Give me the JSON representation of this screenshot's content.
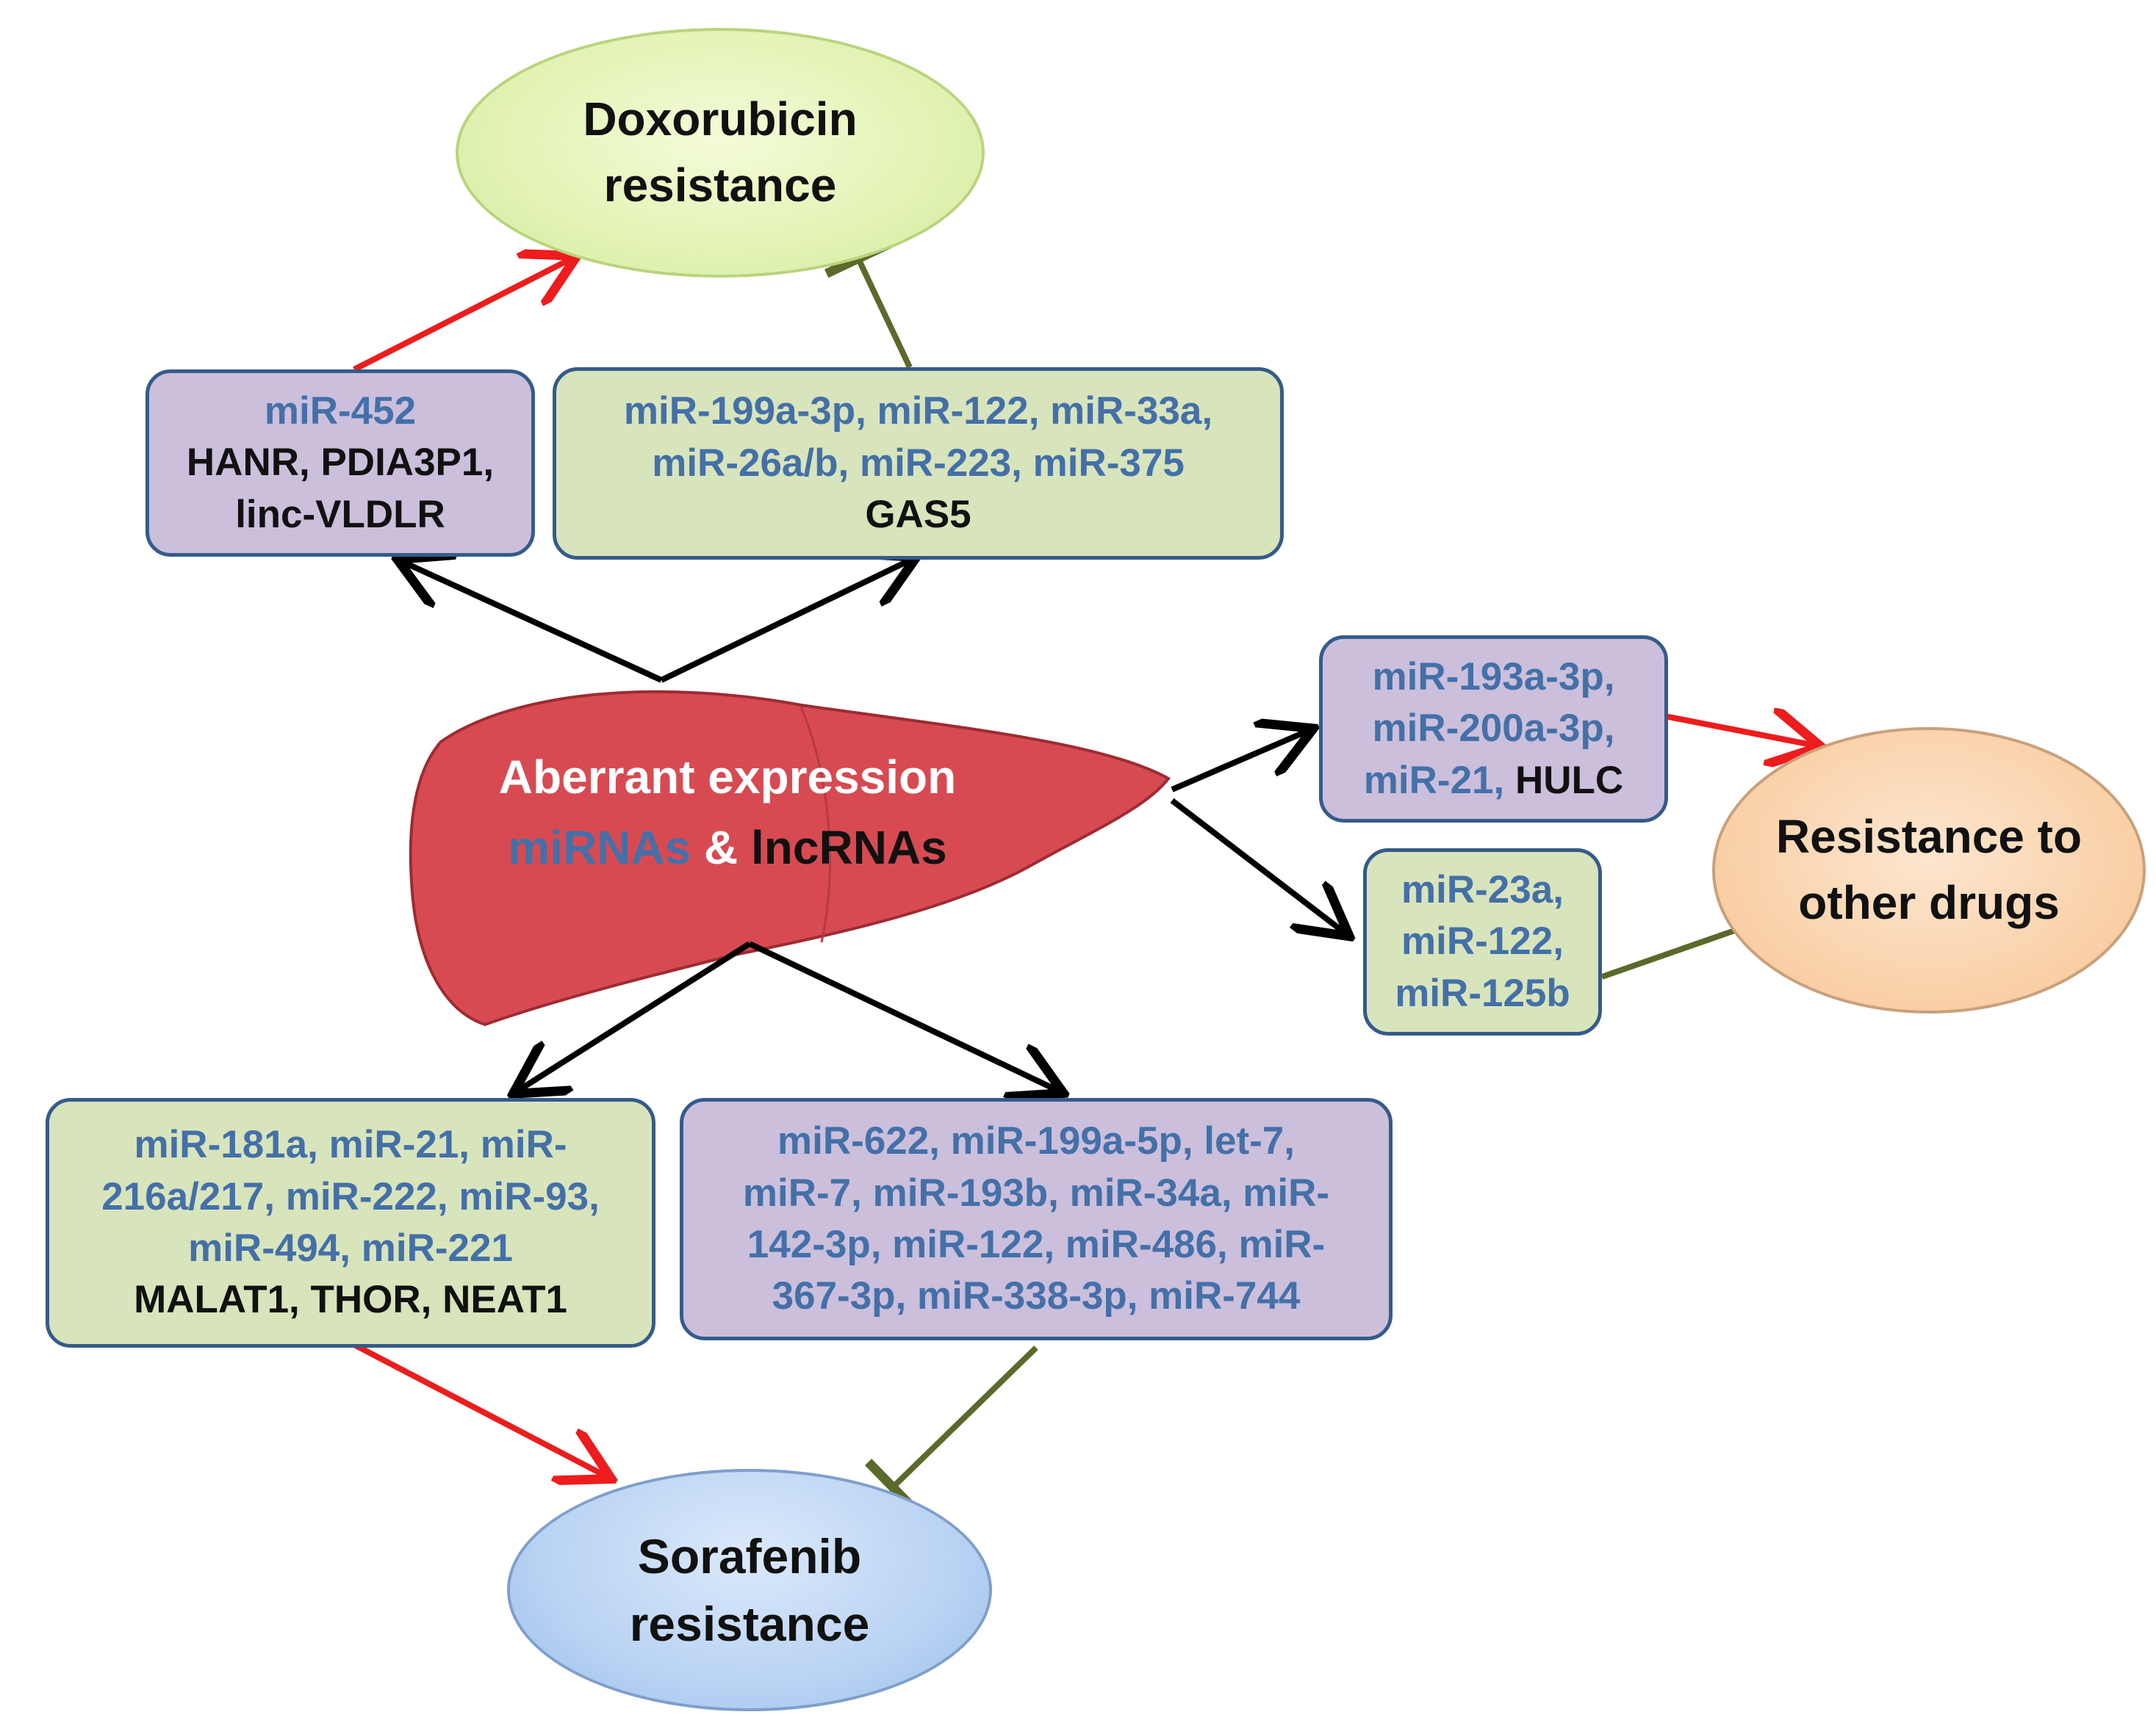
{
  "colors": {
    "activate_arrow": "#ee1c1c",
    "inhibit_line": "#5a6a2a",
    "expression_arrow": "#000000",
    "mirna_text": "#4470a8",
    "lncrna_text": "#111111",
    "liver_fill": "#d84a52",
    "purple_box": "#cbbfdc",
    "green_box": "#d8e4bc",
    "box_border": "#355b8a"
  },
  "center": {
    "line1": "Aberrant expression",
    "mirnas": "miRNAs",
    "amp": "&",
    "lncrnas": "lncRNAs"
  },
  "outcomes": {
    "doxorubicin": [
      "Doxorubicin",
      "resistance"
    ],
    "other_drugs": [
      "Resistance to",
      "other drugs"
    ],
    "sorafenib": [
      "Sorafenib",
      "resistance"
    ]
  },
  "boxes": {
    "doxo_promote": {
      "mir_lines": [
        "miR-452"
      ],
      "lnc_lines": [
        "HANR,  PDIA3P1,",
        "linc-VLDLR"
      ]
    },
    "doxo_inhibit": {
      "mir_lines": [
        "miR-199a-3p, miR-122, miR-33a,",
        "miR-26a/b, miR-223, miR-375"
      ],
      "lnc_lines": [
        "GAS5"
      ]
    },
    "other_promote": {
      "mir_lines": [
        "miR-193a-3p,",
        "miR-200a-3p,"
      ],
      "last_mir": "miR-21, ",
      "last_lnc": "HULC"
    },
    "other_inhibit": {
      "mir_lines": [
        "miR-23a,",
        "miR-122,",
        "miR-125b"
      ]
    },
    "sora_promote": {
      "mir_lines": [
        "miR-181a, miR-21, miR-",
        "216a/217, miR-222, miR-93,",
        "miR-494, miR-221"
      ],
      "lnc_lines": [
        "MALAT1, THOR, NEAT1"
      ]
    },
    "sora_inhibit": {
      "mir_lines": [
        "miR-622, miR-199a-5p, let-7,",
        "miR-7, miR-193b, miR-34a, miR-",
        "142-3p, miR-122, miR-486, miR-",
        "367-3p, miR-338-3p, miR-744"
      ]
    }
  }
}
